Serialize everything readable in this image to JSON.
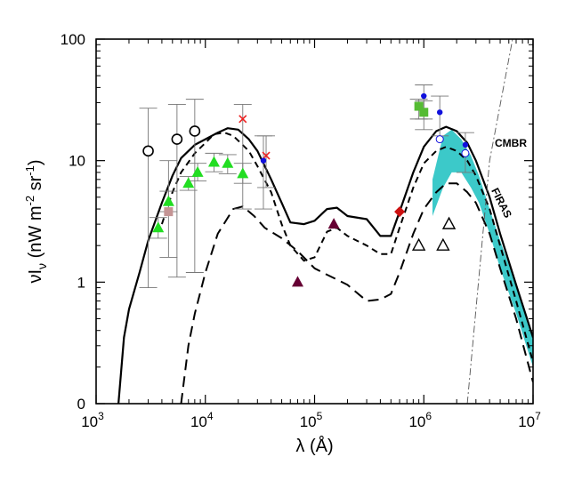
{
  "chart_data": {
    "type": "scatter",
    "x_scale": "log",
    "y_scale": "log",
    "xlim": [
      1000,
      10000000
    ],
    "ylim": [
      0.1,
      100
    ],
    "xlabel_html": "λ (Å)",
    "xlabel": "λ (Å)",
    "ylabel": "νI_ν (nW m^-2 sr^-1)",
    "x_ticks": [
      {
        "value": 1000,
        "base": "10",
        "exp": "3"
      },
      {
        "value": 10000,
        "base": "10",
        "exp": "4"
      },
      {
        "value": 100000,
        "base": "10",
        "exp": "5"
      },
      {
        "value": 1000000,
        "base": "10",
        "exp": "6"
      },
      {
        "value": 10000000,
        "base": "10",
        "exp": "7"
      }
    ],
    "y_ticks": [
      {
        "value": 0.1,
        "label": "0"
      },
      {
        "value": 1,
        "label": "1"
      },
      {
        "value": 10,
        "label": "10"
      },
      {
        "value": 100,
        "label": "100"
      }
    ],
    "annotations": [
      {
        "text": "CMBR",
        "x": 3500000,
        "y": 13
      },
      {
        "text": "FIRAS",
        "x": 3000000,
        "y": 4.5
      }
    ],
    "curves": [
      {
        "style": "solid",
        "points": [
          [
            1600,
            0.1
          ],
          [
            1800,
            0.35
          ],
          [
            2000,
            0.6
          ],
          [
            2500,
            1.2
          ],
          [
            3000,
            2.2
          ],
          [
            4000,
            4.5
          ],
          [
            5000,
            7.5
          ],
          [
            6000,
            10.5
          ],
          [
            8000,
            13.5
          ],
          [
            10000,
            15
          ],
          [
            13000,
            17
          ],
          [
            16000,
            18.5
          ],
          [
            20000,
            18
          ],
          [
            25000,
            15
          ],
          [
            30000,
            12
          ],
          [
            40000,
            7
          ],
          [
            50000,
            4.5
          ],
          [
            60000,
            3.1
          ],
          [
            80000,
            3
          ],
          [
            100000,
            3.2
          ],
          [
            130000,
            4
          ],
          [
            160000,
            4.1
          ],
          [
            200000,
            3.5
          ],
          [
            300000,
            3.3
          ],
          [
            400000,
            2.4
          ],
          [
            500000,
            2.4
          ],
          [
            600000,
            3.8
          ],
          [
            800000,
            8
          ],
          [
            1000000,
            13
          ],
          [
            1300000,
            17.5
          ],
          [
            1600000,
            19
          ],
          [
            2000000,
            17.5
          ],
          [
            2500000,
            14
          ],
          [
            3000000,
            10
          ],
          [
            4000000,
            5
          ],
          [
            5000000,
            2.5
          ],
          [
            7000000,
            0.95
          ],
          [
            10000000,
            0.35
          ]
        ]
      },
      {
        "style": "short-dash",
        "points": [
          [
            4000,
            3
          ],
          [
            5000,
            5.5
          ],
          [
            6000,
            8
          ],
          [
            8000,
            11.5
          ],
          [
            10000,
            14
          ],
          [
            12000,
            16.5
          ],
          [
            15000,
            17
          ],
          [
            18000,
            16
          ],
          [
            25000,
            12
          ],
          [
            30000,
            9
          ],
          [
            40000,
            5.5
          ],
          [
            50000,
            3
          ],
          [
            60000,
            2
          ],
          [
            80000,
            1.5
          ],
          [
            100000,
            1.6
          ],
          [
            130000,
            2.6
          ],
          [
            160000,
            2.8
          ],
          [
            200000,
            2.4
          ],
          [
            300000,
            2
          ],
          [
            400000,
            1.7
          ],
          [
            500000,
            1.7
          ],
          [
            600000,
            2.8
          ],
          [
            800000,
            6
          ],
          [
            1000000,
            9.5
          ],
          [
            1300000,
            12
          ],
          [
            1600000,
            13
          ],
          [
            2000000,
            12
          ],
          [
            2500000,
            10
          ],
          [
            3000000,
            7.5
          ],
          [
            4000000,
            4
          ],
          [
            5000000,
            2
          ],
          [
            7000000,
            0.7
          ],
          [
            10000000,
            0.22
          ]
        ]
      },
      {
        "style": "long-dash",
        "points": [
          [
            6000,
            0.1
          ],
          [
            7000,
            0.3
          ],
          [
            8000,
            0.55
          ],
          [
            10000,
            1.2
          ],
          [
            13000,
            2.5
          ],
          [
            18000,
            4
          ],
          [
            22000,
            4.2
          ],
          [
            28000,
            3.5
          ],
          [
            35000,
            2.8
          ],
          [
            50000,
            2.3
          ],
          [
            70000,
            1.8
          ],
          [
            100000,
            1.3
          ],
          [
            130000,
            1.15
          ],
          [
            160000,
            1.05
          ],
          [
            200000,
            0.95
          ],
          [
            300000,
            0.7
          ],
          [
            400000,
            0.72
          ],
          [
            500000,
            0.8
          ],
          [
            600000,
            1.2
          ],
          [
            800000,
            2.5
          ],
          [
            1000000,
            4
          ],
          [
            1300000,
            5.5
          ],
          [
            1600000,
            6.5
          ],
          [
            2000000,
            6.5
          ],
          [
            2500000,
            5.5
          ],
          [
            3000000,
            4.5
          ],
          [
            4000000,
            2.5
          ],
          [
            5000000,
            1.3
          ],
          [
            7000000,
            0.5
          ],
          [
            10000000,
            0.15
          ]
        ]
      },
      {
        "style": "dash-dot",
        "points": [
          [
            2500000,
            0.1
          ],
          [
            4000000,
            10
          ],
          [
            6500000,
            100
          ]
        ]
      }
    ],
    "firas_band": {
      "upper": [
        [
          1200000,
          7
        ],
        [
          1500000,
          16
        ],
        [
          1800000,
          18
        ],
        [
          2200000,
          15
        ],
        [
          2700000,
          11
        ],
        [
          3200000,
          7.5
        ],
        [
          4000000,
          4
        ],
        [
          5000000,
          2.2
        ],
        [
          7000000,
          0.95
        ],
        [
          10000000,
          0.35
        ]
      ],
      "lower": [
        [
          1200000,
          3.5
        ],
        [
          1500000,
          6
        ],
        [
          1800000,
          8
        ],
        [
          2200000,
          8
        ],
        [
          2700000,
          6
        ],
        [
          3200000,
          4.5
        ],
        [
          4000000,
          2.5
        ],
        [
          5000000,
          1.3
        ],
        [
          7000000,
          0.55
        ],
        [
          10000000,
          0.2
        ]
      ],
      "color": "#3cc9c9"
    },
    "series": [
      {
        "marker": "open-circle",
        "color": "#000000",
        "points": [
          [
            3000,
            12,
            0.9,
            27
          ],
          [
            5500,
            15,
            1.1,
            29
          ],
          [
            8000,
            17.5,
            1.2,
            32
          ]
        ]
      },
      {
        "marker": "triangle",
        "color": "#22dd22",
        "points": [
          [
            3700,
            2.8,
            2.3,
            3.4
          ],
          [
            4600,
            4.6,
            3.8,
            5.6
          ],
          [
            7000,
            6.5,
            5.7,
            7.4
          ],
          [
            8500,
            8,
            6.8,
            9.5
          ],
          [
            12000,
            9.7,
            8.1,
            11.5
          ],
          [
            16000,
            9.5,
            7.8,
            11.2
          ],
          [
            22000,
            7.8,
            6.5,
            9.5
          ]
        ]
      },
      {
        "marker": "square",
        "color": "#c49494",
        "points": [
          [
            4600,
            3.8,
            1.6,
            10
          ]
        ]
      },
      {
        "marker": "cross",
        "color": "#ee2222",
        "points": [
          [
            22000,
            22,
            4,
            29
          ],
          [
            36000,
            11,
            6,
            16
          ]
        ]
      },
      {
        "marker": "small-dot",
        "color": "#1111dd",
        "points": [
          [
            34000,
            10,
            4,
            16
          ],
          [
            1000000,
            34,
            22,
            42
          ],
          [
            1400000,
            25,
            16,
            34
          ],
          [
            2400000,
            13.5,
            8,
            17
          ]
        ]
      },
      {
        "marker": "triangle",
        "color": "#660033",
        "points": [
          [
            70000,
            1
          ],
          [
            150000,
            3
          ]
        ]
      },
      {
        "marker": "diamond",
        "color": "#cc1111",
        "points": [
          [
            600000,
            3.8
          ]
        ]
      },
      {
        "marker": "square",
        "color": "#55bb33",
        "points": [
          [
            900000,
            28,
            22,
            32
          ],
          [
            1000000,
            25,
            18,
            31
          ]
        ]
      },
      {
        "marker": "open-circle-small",
        "color": "#1111dd",
        "points": [
          [
            1400000,
            15
          ],
          [
            2400000,
            11.5
          ]
        ]
      },
      {
        "marker": "open-triangle",
        "color": "#000000",
        "points": [
          [
            900000,
            2
          ],
          [
            1700000,
            3
          ],
          [
            1500000,
            2
          ]
        ]
      }
    ]
  }
}
